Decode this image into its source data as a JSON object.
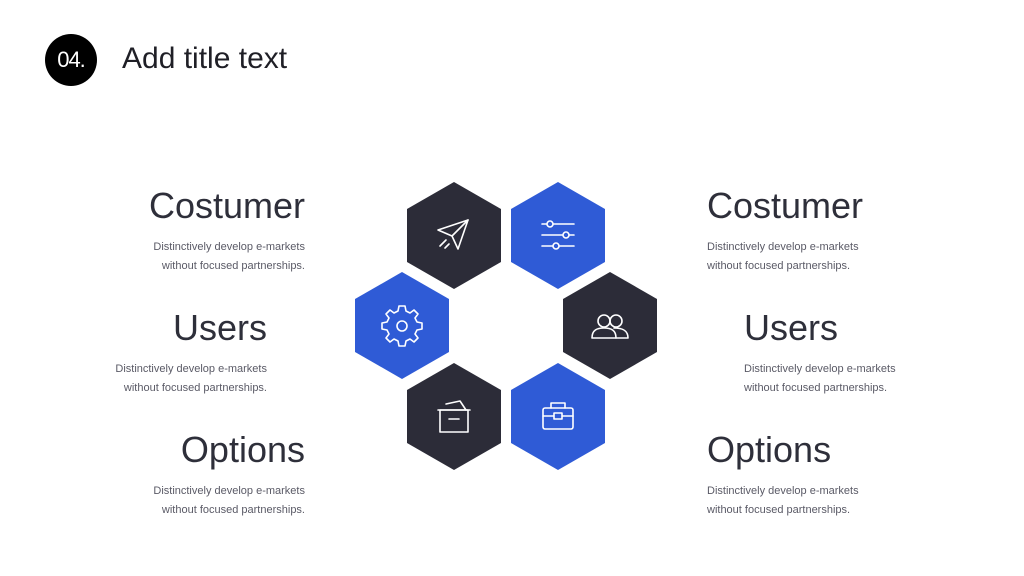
{
  "header": {
    "number": "04.",
    "title": "Add title text"
  },
  "colors": {
    "dark": "#2c2c38",
    "blue": "#2f5bd6"
  },
  "left": [
    {
      "heading": "Costumer",
      "line1": "Distinctively develop e-markets",
      "line2": "without focused partnerships."
    },
    {
      "heading": "Users",
      "line1": "Distinctively develop e-markets",
      "line2": "without focused partnerships."
    },
    {
      "heading": "Options",
      "line1": "Distinctively develop e-markets",
      "line2": "without focused partnerships."
    }
  ],
  "right": [
    {
      "heading": "Costumer",
      "line1": "Distinctively develop e-markets",
      "line2": "without focused partnerships."
    },
    {
      "heading": "Users",
      "line1": "Distinctively develop e-markets",
      "line2": "without focused partnerships."
    },
    {
      "heading": "Options",
      "line1": "Distinctively develop e-markets",
      "line2": "without focused partnerships."
    }
  ],
  "hexagons": [
    {
      "icon": "paper-plane-icon",
      "color": "dark"
    },
    {
      "icon": "sliders-icon",
      "color": "blue"
    },
    {
      "icon": "gear-icon",
      "color": "blue"
    },
    {
      "icon": "users-icon",
      "color": "dark"
    },
    {
      "icon": "archive-box-icon",
      "color": "dark"
    },
    {
      "icon": "toolbox-icon",
      "color": "blue"
    }
  ]
}
